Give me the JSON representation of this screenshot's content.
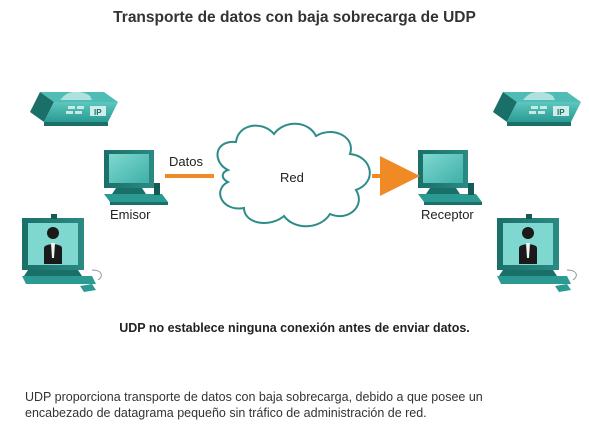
{
  "title": "Transporte de datos con baja sobrecarga de UDP",
  "labels": {
    "sender": "Emisor",
    "receiver": "Receptor",
    "data": "Datos",
    "network": "Red",
    "phone_badge": "IP"
  },
  "note": "UDP no establece ninguna conexión antes de enviar datos.",
  "description_lines": [
    "UDP proporciona transporte de datos con baja sobrecarga, debido a que posee un",
    "encabezado de datagrama pequeño sin tráfico de administración de red."
  ],
  "colors": {
    "device_teal": "#2a9a92",
    "device_dark": "#1b6f69",
    "arrow": "#f08a24",
    "cloud_stroke": "#2e8c88"
  }
}
